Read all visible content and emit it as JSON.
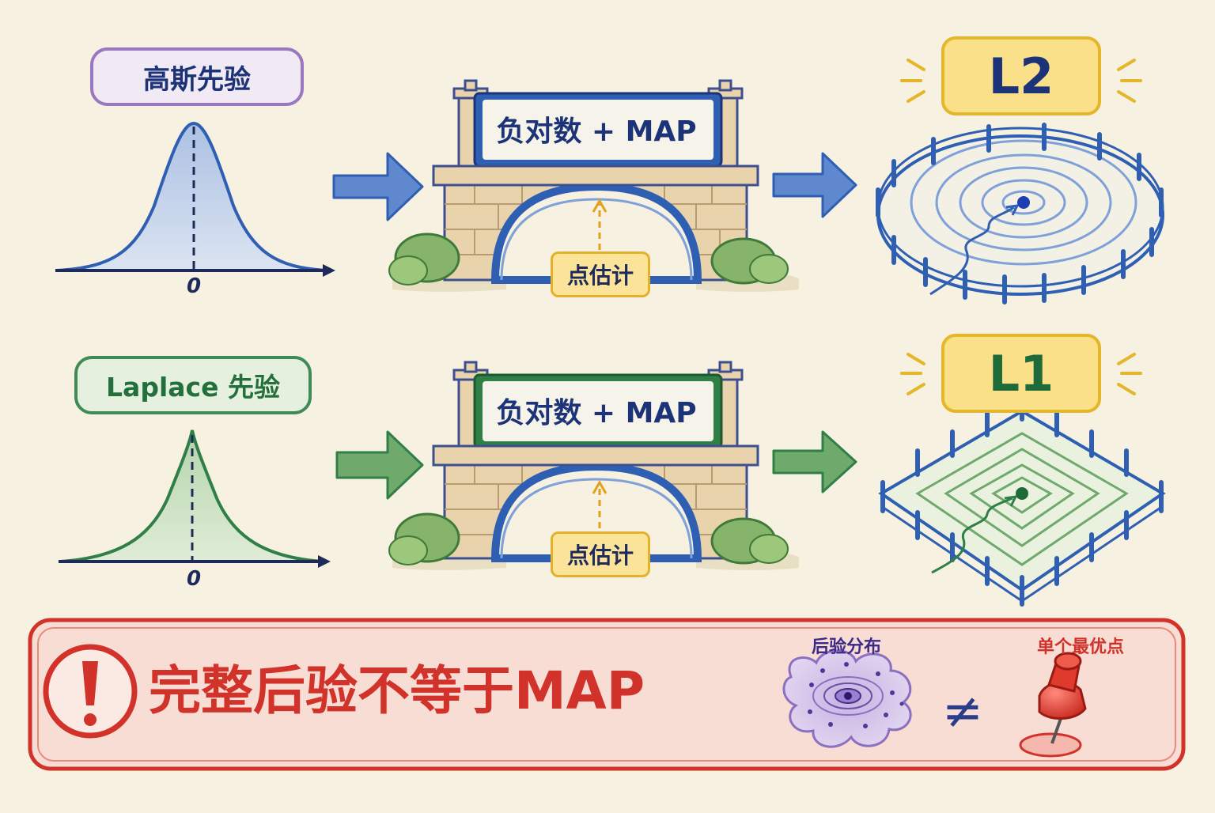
{
  "rows": [
    {
      "prior_label": "高斯先验",
      "zero_label": "0",
      "bridge_banner": "负对数 + MAP",
      "point_estimate_label": "点估计",
      "regularization_label": "L2"
    },
    {
      "prior_label": "Laplace 先验",
      "zero_label": "0",
      "bridge_banner": "负对数 + MAP",
      "point_estimate_label": "点估计",
      "regularization_label": "L1"
    }
  ],
  "warning": {
    "title": "完整后验不等于MAP",
    "posterior_label": "后验分布",
    "not_equal_symbol": "≠",
    "pin_label": "单个最优点"
  },
  "colors": {
    "background": "#f6f1e1",
    "gaussian_blue": "#2f5fb3",
    "laplace_green": "#2f7f46",
    "highlight_yellow": "#fbe08a",
    "warning_red": "#d1322a",
    "posterior_purple": "#8b6fc0"
  },
  "icons": [
    "exclamation-icon",
    "posterior-cloud-icon",
    "push-pin-icon",
    "bridge-icon",
    "fence-icon"
  ]
}
